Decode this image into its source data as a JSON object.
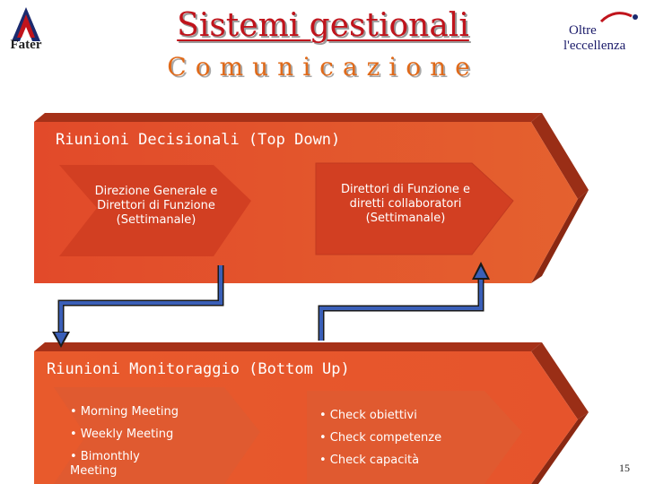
{
  "header": {
    "title": "Sistemi gestionali",
    "subtitle": "Comunicazione",
    "logo_left_text": "Fater",
    "logo_right_line1": "Oltre",
    "logo_right_line2": "l'eccellenza"
  },
  "top_section": {
    "heading": "Riunioni Decisionali (Top Down)",
    "box1": [
      "Direzione Generale e",
      "Direttori di Funzione",
      "(Settimanale)"
    ],
    "box2": [
      "Direttori di Funzione e",
      "diretti collaboratori",
      "(Settimanale)"
    ]
  },
  "bottom_section": {
    "heading": "Riunioni Monitoraggio (Bottom Up)",
    "left_items": [
      "• Morning Meeting",
      "• Weekly Meeting",
      "• Bimonthly",
      "Meeting"
    ],
    "right_items": [
      "• Check obiettivi",
      "• Check competenze",
      "• Check capacità"
    ]
  },
  "page_number": "15",
  "colors": {
    "banner": "#e2502b",
    "banner_dark": "#b83a1f",
    "arrow": "#2a4aa0",
    "title": "#c0141c",
    "subtitle": "#e06a1a"
  },
  "icons": [
    "fater-logo-icon",
    "oltre-eccellenza-logo-icon",
    "flow-arrow-down-icon",
    "flow-arrow-up-icon"
  ]
}
